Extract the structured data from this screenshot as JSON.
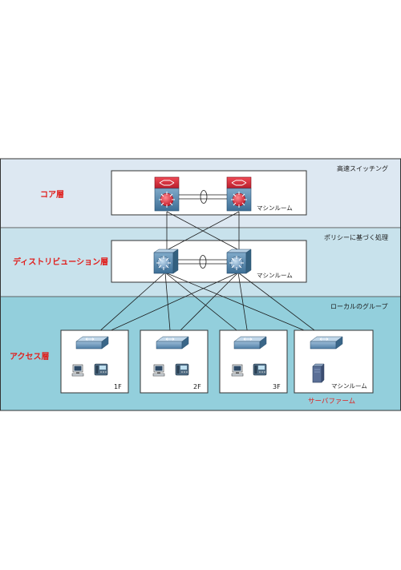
{
  "layers": {
    "core": {
      "label": "コア層",
      "description": "高速スイッチング",
      "color": "#dde8f2"
    },
    "distribution": {
      "label": "ディストリビューション層",
      "description": "ポリシーに基づく処理",
      "color": "#c8e2ec"
    },
    "access": {
      "label": "アクセス層",
      "description": "ローカルのグループ",
      "color": "#93cfdc"
    }
  },
  "core_box": {
    "room_label": "マシンルーム"
  },
  "distribution_box": {
    "room_label": "マシンルーム"
  },
  "access_boxes": [
    {
      "floor_label": "1F"
    },
    {
      "floor_label": "2F"
    },
    {
      "floor_label": "3F"
    },
    {
      "room_label": "マシンルーム"
    }
  ],
  "server_farm_label": "サーバファーム",
  "colors": {
    "accent_red": "#e0201e",
    "switch_blue": "#4a7fa6",
    "core_red": "#d8283a"
  }
}
